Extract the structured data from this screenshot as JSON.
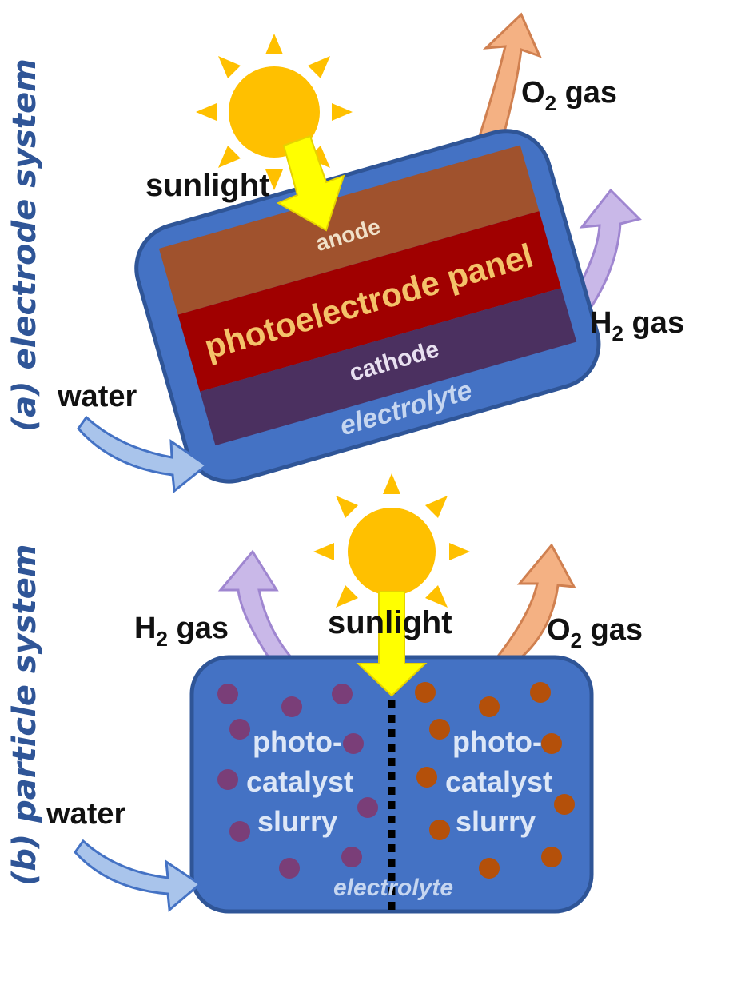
{
  "panel_a": {
    "side_title": "(a) electrode system",
    "sunlight": "sunlight",
    "water": "water",
    "o2": {
      "main": "O",
      "sub": "2",
      "suffix": " gas"
    },
    "h2": {
      "main": "H",
      "sub": "2",
      "suffix": " gas"
    },
    "anode": "anode",
    "panel": "photoelectrode  panel",
    "cathode": "cathode",
    "electrolyte": "electrolyte"
  },
  "panel_b": {
    "side_title": "(b) particle system",
    "sunlight": "sunlight",
    "water": "water",
    "h2": {
      "main": "H",
      "sub": "2",
      "suffix": " gas"
    },
    "o2": {
      "main": "O",
      "sub": "2",
      "suffix": " gas"
    },
    "slurry_left": [
      "photo-",
      "catalyst",
      "slurry"
    ],
    "slurry_right": [
      "photo-",
      "catalyst",
      "slurry"
    ],
    "electrolyte": "electrolyte"
  },
  "colors": {
    "container": "#4472c4",
    "container_border": "#2f5597",
    "anode": "#a0522d",
    "panel": "#a00000",
    "cathode": "#4b3060",
    "sun": "#ffc000",
    "sunlight_arrow": "#ffff00",
    "o2_arrow": "#f4b183",
    "h2_arrow": "#c9b8e8",
    "water_arrow": "#a9c4eb",
    "particle_h2": "#7a3e78",
    "particle_o2": "#b4500a"
  },
  "icons": {
    "sun": "sun-icon"
  }
}
